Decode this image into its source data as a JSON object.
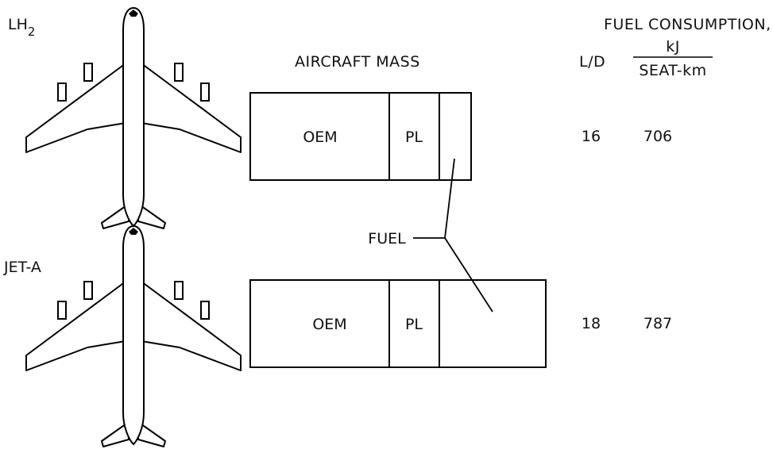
{
  "fuel_labels": {
    "lh2_main": "LH",
    "lh2_sub": "2",
    "jet_a": "JET-A"
  },
  "headers": {
    "aircraft_mass": "AIRCRAFT MASS",
    "fuel_consumption": "FUEL CONSUMPTION,",
    "ld": "L/D",
    "unit_numerator": "kJ",
    "unit_denominator": "SEAT-km"
  },
  "rows": [
    {
      "fuel": "LH2",
      "segments": {
        "oem": "OEM",
        "pl": "PL"
      },
      "ld": "16",
      "consumption": "706"
    },
    {
      "fuel": "JET-A",
      "segments": {
        "oem": "OEM",
        "pl": "PL"
      },
      "ld": "18",
      "consumption": "787"
    }
  ],
  "fuel_callout": "FUEL"
}
